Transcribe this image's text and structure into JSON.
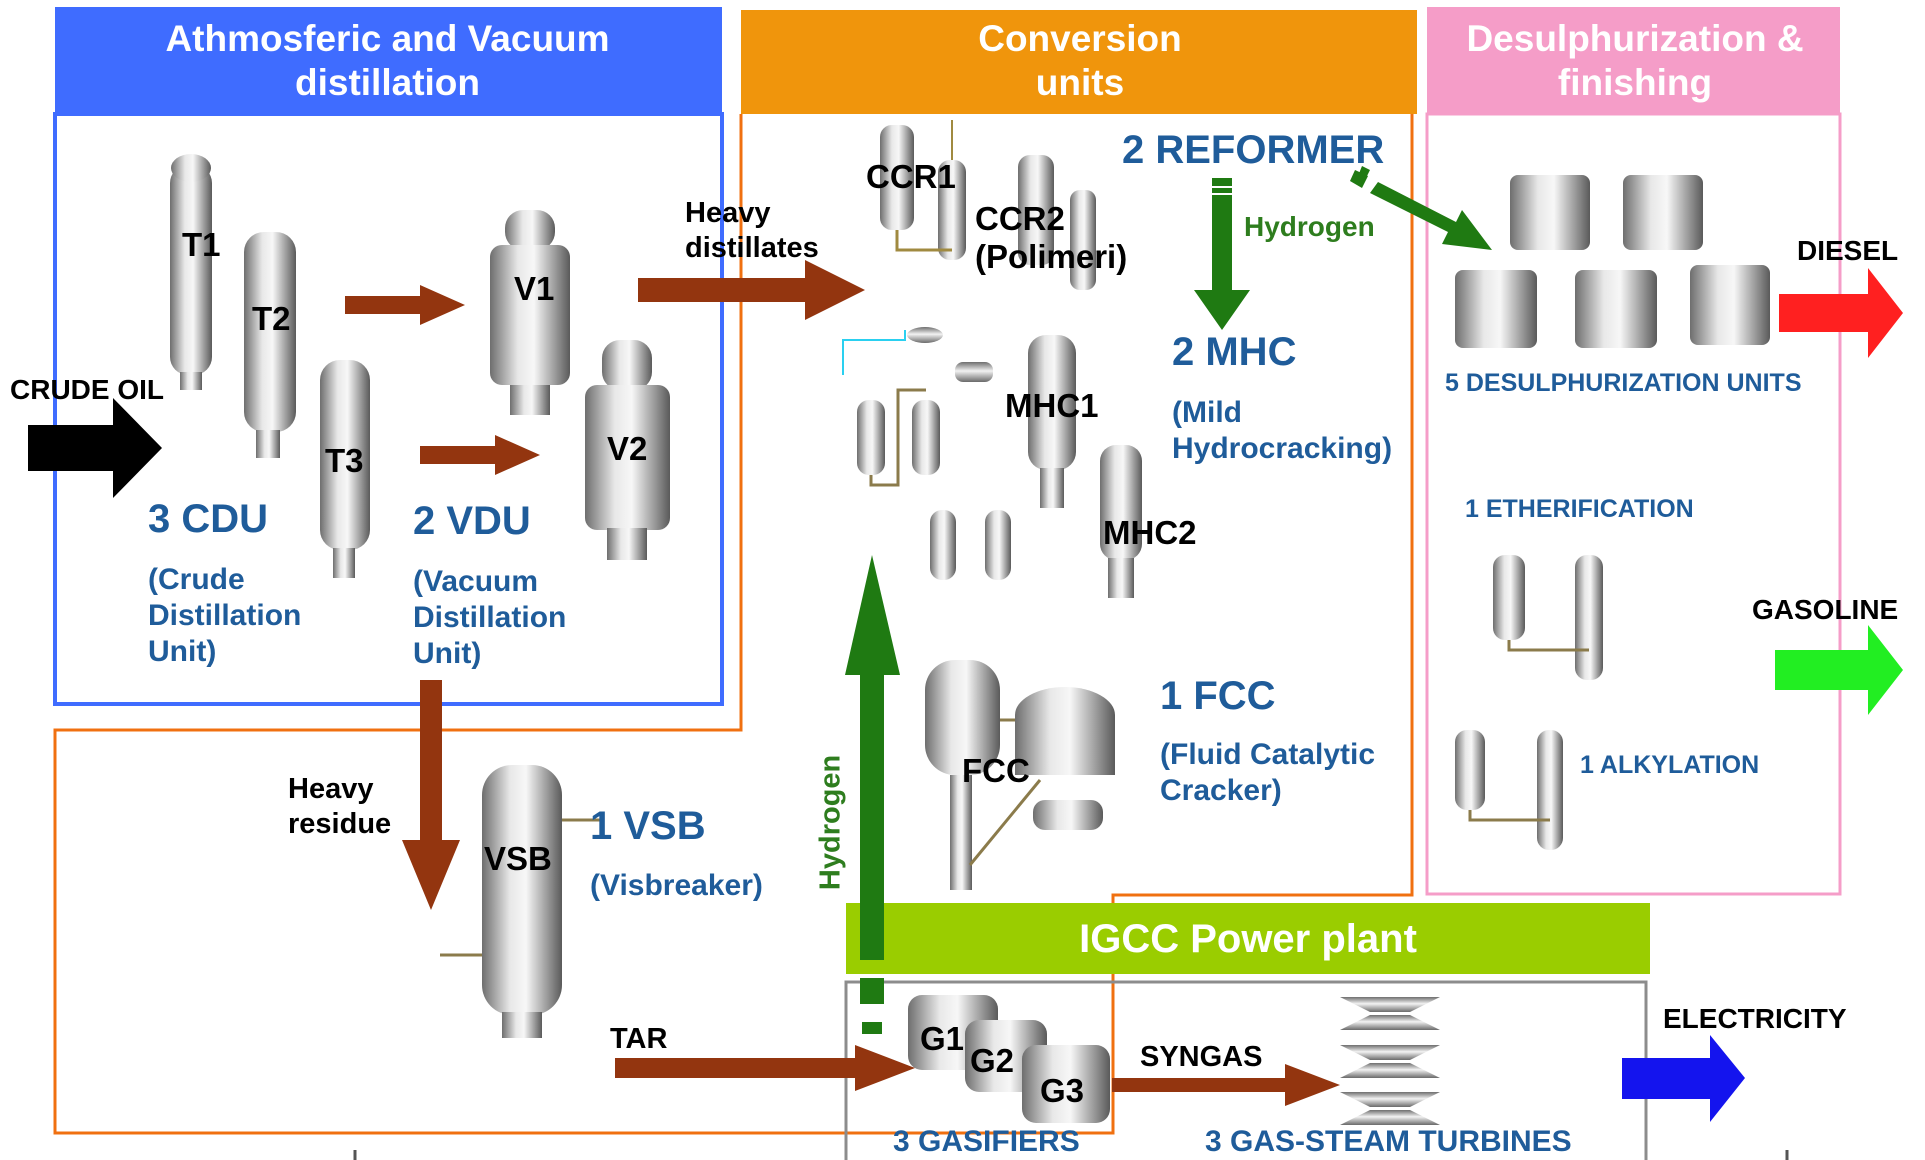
{
  "sections": {
    "distillation": "Athmosferic and Vacuum distillation",
    "conversion": "Conversion units",
    "desulph": "Desulphurization & finishing",
    "igcc": "IGCC Power plant"
  },
  "inputs": {
    "crude_oil": "CRUDE OIL"
  },
  "cdu": {
    "title": "3 CDU",
    "desc": "(Crude Distillation Unit)",
    "units": [
      "T1",
      "T2",
      "T3"
    ]
  },
  "vdu": {
    "title": "2 VDU",
    "desc": "(Vacuum Distillation Unit)",
    "units": [
      "V1",
      "V2"
    ]
  },
  "flows": {
    "heavy_distillates": "Heavy distillates",
    "heavy_residue": "Heavy residue",
    "hydrogen_vertical": "Hydrogen",
    "hydrogen_reformer": "Hydrogen",
    "tar": "TAR",
    "syngas": "SYNGAS"
  },
  "reformer": {
    "title": "2 REFORMER",
    "units": [
      "CCR1",
      "CCR2 (Polimeri)"
    ]
  },
  "mhc": {
    "title": "2 MHC",
    "desc": "(Mild Hydrocracking)",
    "units": [
      "MHC1",
      "MHC2"
    ]
  },
  "fcc": {
    "title": "1 FCC",
    "desc": "(Fluid Catalytic Cracker)",
    "unit": "FCC"
  },
  "vsb": {
    "title": "1 VSB",
    "desc": "(Visbreaker)",
    "unit": "VSB"
  },
  "desulph": {
    "units_label": "5 DESULPHURIZATION UNITS",
    "etherification": "1 ETHERIFICATION",
    "alkylation": "1 ALKYLATION"
  },
  "igcc": {
    "gasifiers_label": "3 GASIFIERS",
    "turbines_label": "3 GAS-STEAM TURBINES",
    "gasifiers": [
      "G1",
      "G2",
      "G3"
    ]
  },
  "outputs": {
    "diesel": "DIESEL",
    "gasoline": "GASOLINE",
    "electricity": "ELECTRICITY"
  },
  "colors": {
    "distillation_header": "#3f6cff",
    "conversion_header": "#f0950c",
    "desulph_header": "#f59dc8",
    "igcc_header": "#9acd00",
    "process_arrow": "#93350f",
    "hydrogen_arrow": "#1f7a12",
    "diesel_arrow": "#ff2020",
    "gasoline_arrow": "#22ee22",
    "electricity_arrow": "#1414ee",
    "label_blue": "#1f5c9a"
  }
}
